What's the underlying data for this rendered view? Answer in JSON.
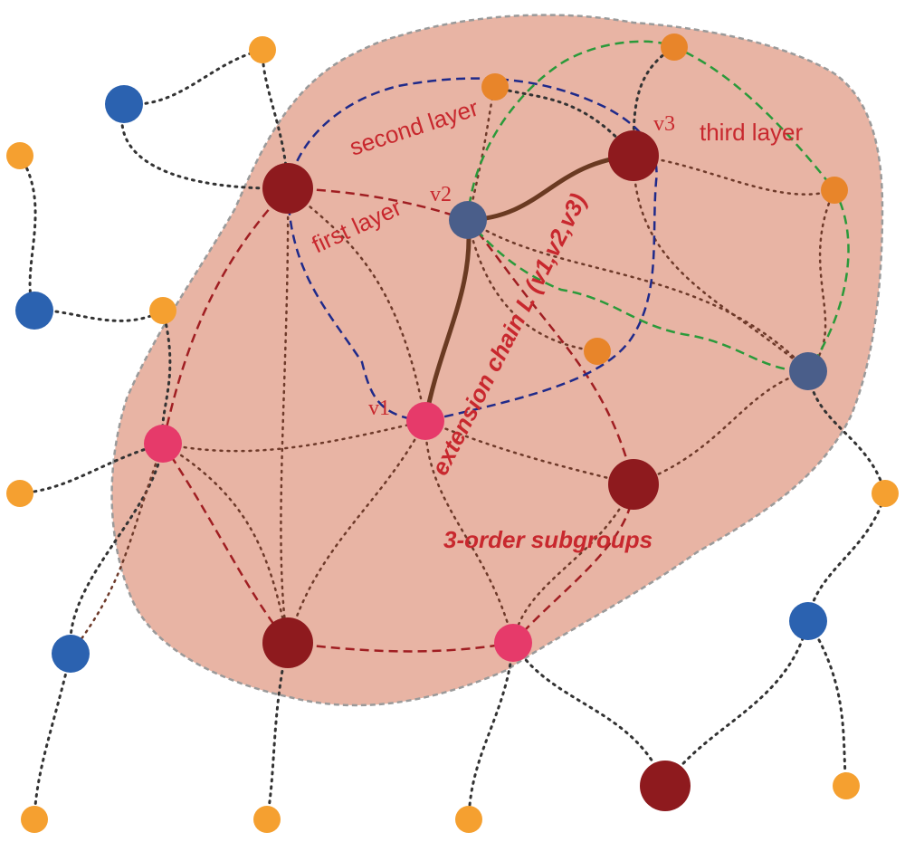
{
  "labels": {
    "second_layer": "second layer",
    "first_layer": "first layer",
    "third_layer": "third layer",
    "v1": "v1",
    "v2": "v2",
    "v3": "v3",
    "chain": "extension chain L (v1,v2,v3)",
    "subgroups": "3-order subgroups"
  },
  "colors": {
    "region_fill": "#e8b4a4",
    "region_border": "#9a9a9a",
    "dark_red": "#8e1a1e",
    "pink": "#e63a6a",
    "blue": "#2b62b0",
    "slate": "#4a5e8a",
    "orange_in": "#e8852a",
    "orange_out": "#f5a030",
    "label_red": "#c8282e",
    "black_dot": "#333333",
    "brown_dot": "#6e3a2a",
    "red_dash": "#a01e22",
    "blue_dash": "#1f2a8a",
    "green_dash": "#2a9a3a",
    "chain": "#6a3a22"
  },
  "icons": {
    "node_icon": "circle-icon"
  }
}
